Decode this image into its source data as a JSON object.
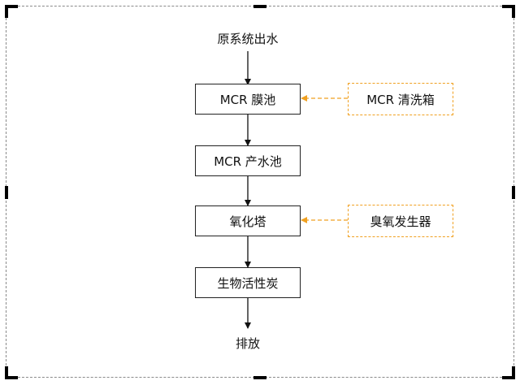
{
  "diagram": {
    "start_label": "原系统出水",
    "end_label": "排放",
    "main_steps": [
      "MCR 膜池",
      "MCR 产水池",
      "氧化塔",
      "生物活性炭"
    ],
    "side_inputs": [
      {
        "label": "MCR 清洗箱",
        "target_step": "MCR 膜池"
      },
      {
        "label": "臭氧发生器",
        "target_step": "氧化塔"
      }
    ],
    "colors": {
      "main_border": "#222222",
      "side_border": "#f0a020",
      "side_arrow": "#f0a020",
      "frame": "#8a8a8a"
    }
  }
}
